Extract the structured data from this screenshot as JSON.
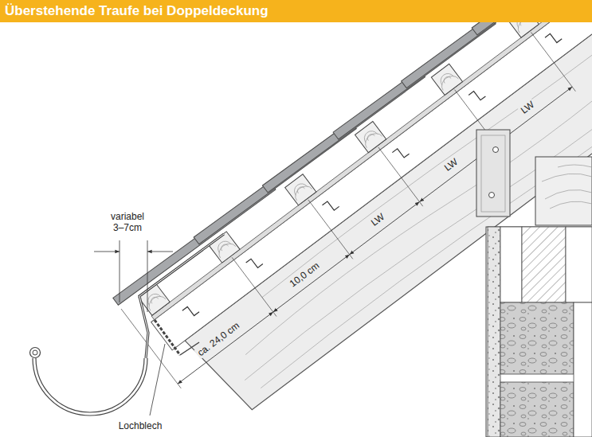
{
  "diagram": {
    "title": "Überstehende Traufe bei Doppeldeckung",
    "labels": [
      "variabel 3–7cm",
      "ca. 24,0 cm",
      "10,0 cm",
      "LW",
      "LW",
      "LW",
      "Lochblech"
    ]
  }
}
